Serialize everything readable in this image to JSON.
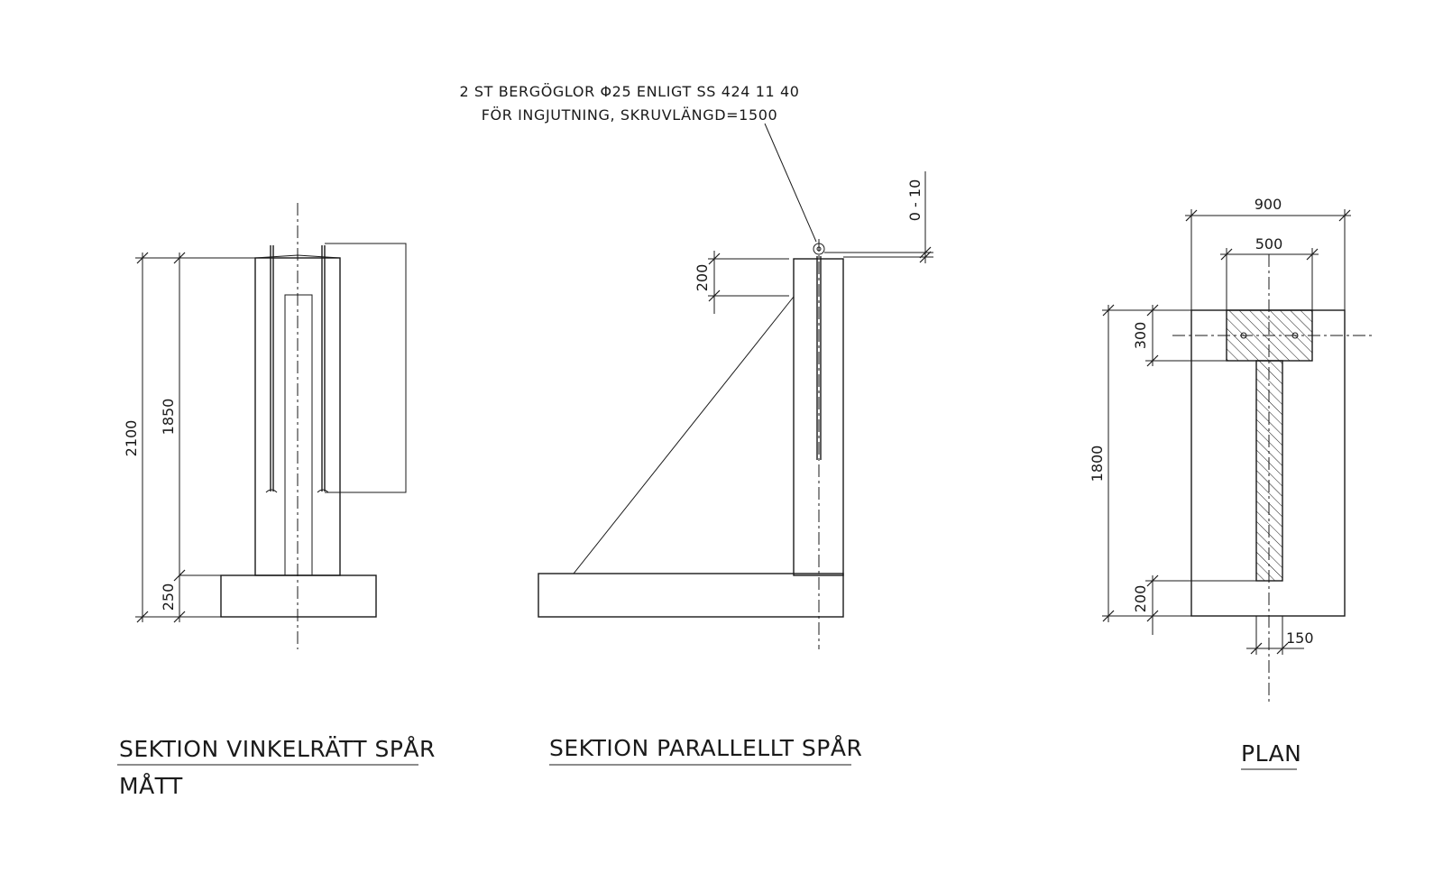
{
  "annotation": {
    "line1": "2 ST BERGÖGLOR Φ25 ENLIGT SS 424 11 40",
    "line2": "FÖR INGJUTNING, SKRUVLÄNGD=1500"
  },
  "views": {
    "perpendicular": {
      "title": "SEKTION VINKELRÄTT SPÅR",
      "subtitle": "MÅTT",
      "dims": {
        "total_height": "2100",
        "post_height": "1850",
        "base_height": "250"
      }
    },
    "parallel": {
      "title": "SEKTION PARALLELLT SPÅR",
      "dims": {
        "top_offset": "200",
        "tolerance": "0 - 10"
      }
    },
    "plan": {
      "title": "PLAN",
      "dims": {
        "width_outer": "900",
        "width_inner": "500",
        "head_depth": "300",
        "length": "1800",
        "end_offset": "200",
        "stem_width": "150"
      }
    }
  },
  "colors": {
    "ink": "#1a1a1a",
    "paper": "#ffffff"
  }
}
